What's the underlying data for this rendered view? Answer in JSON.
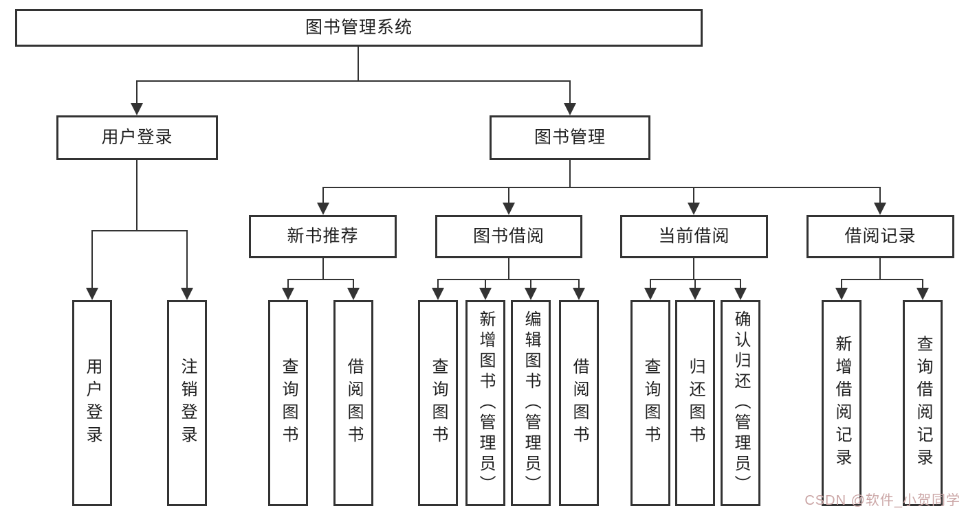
{
  "diagram": {
    "colors": {
      "line": "#333333",
      "box_border": "#333333",
      "box_background": "#ffffff",
      "text": "#1f1f1f",
      "watermark": "#cba6a6"
    },
    "nodes": {
      "root": {
        "label": "图书管理系统"
      },
      "user_login": {
        "label": "用户登录"
      },
      "book_mgmt": {
        "label": "图书管理"
      },
      "new_book_rec": {
        "label": "新书推荐"
      },
      "book_borrow": {
        "label": "图书借阅"
      },
      "current_borrow": {
        "label": "当前借阅"
      },
      "borrow_record": {
        "label": "借阅记录"
      },
      "leaf_user_login": {
        "label": "用户登录"
      },
      "leaf_logout": {
        "label": "注销登录"
      },
      "leaf_query_book_rec": {
        "label": "查询图书"
      },
      "leaf_borrow_book_rec": {
        "label": "借阅图书"
      },
      "leaf_query_book_borrow": {
        "label": "查询图书"
      },
      "leaf_add_book": {
        "label": "新增图书（管理员）"
      },
      "leaf_edit_book": {
        "label": "编辑图书（管理员）"
      },
      "leaf_borrow_book": {
        "label": "借阅图书"
      },
      "leaf_query_book_current": {
        "label": "查询图书"
      },
      "leaf_return_book": {
        "label": "归还图书"
      },
      "leaf_confirm_return": {
        "label": "确认归还（管理员）"
      },
      "leaf_add_borrow_record": {
        "label": "新增借阅记录"
      },
      "leaf_query_borrow_record": {
        "label": "查询借阅记录"
      }
    },
    "watermark": {
      "text": "CSDN @软件_小贺同学"
    }
  }
}
